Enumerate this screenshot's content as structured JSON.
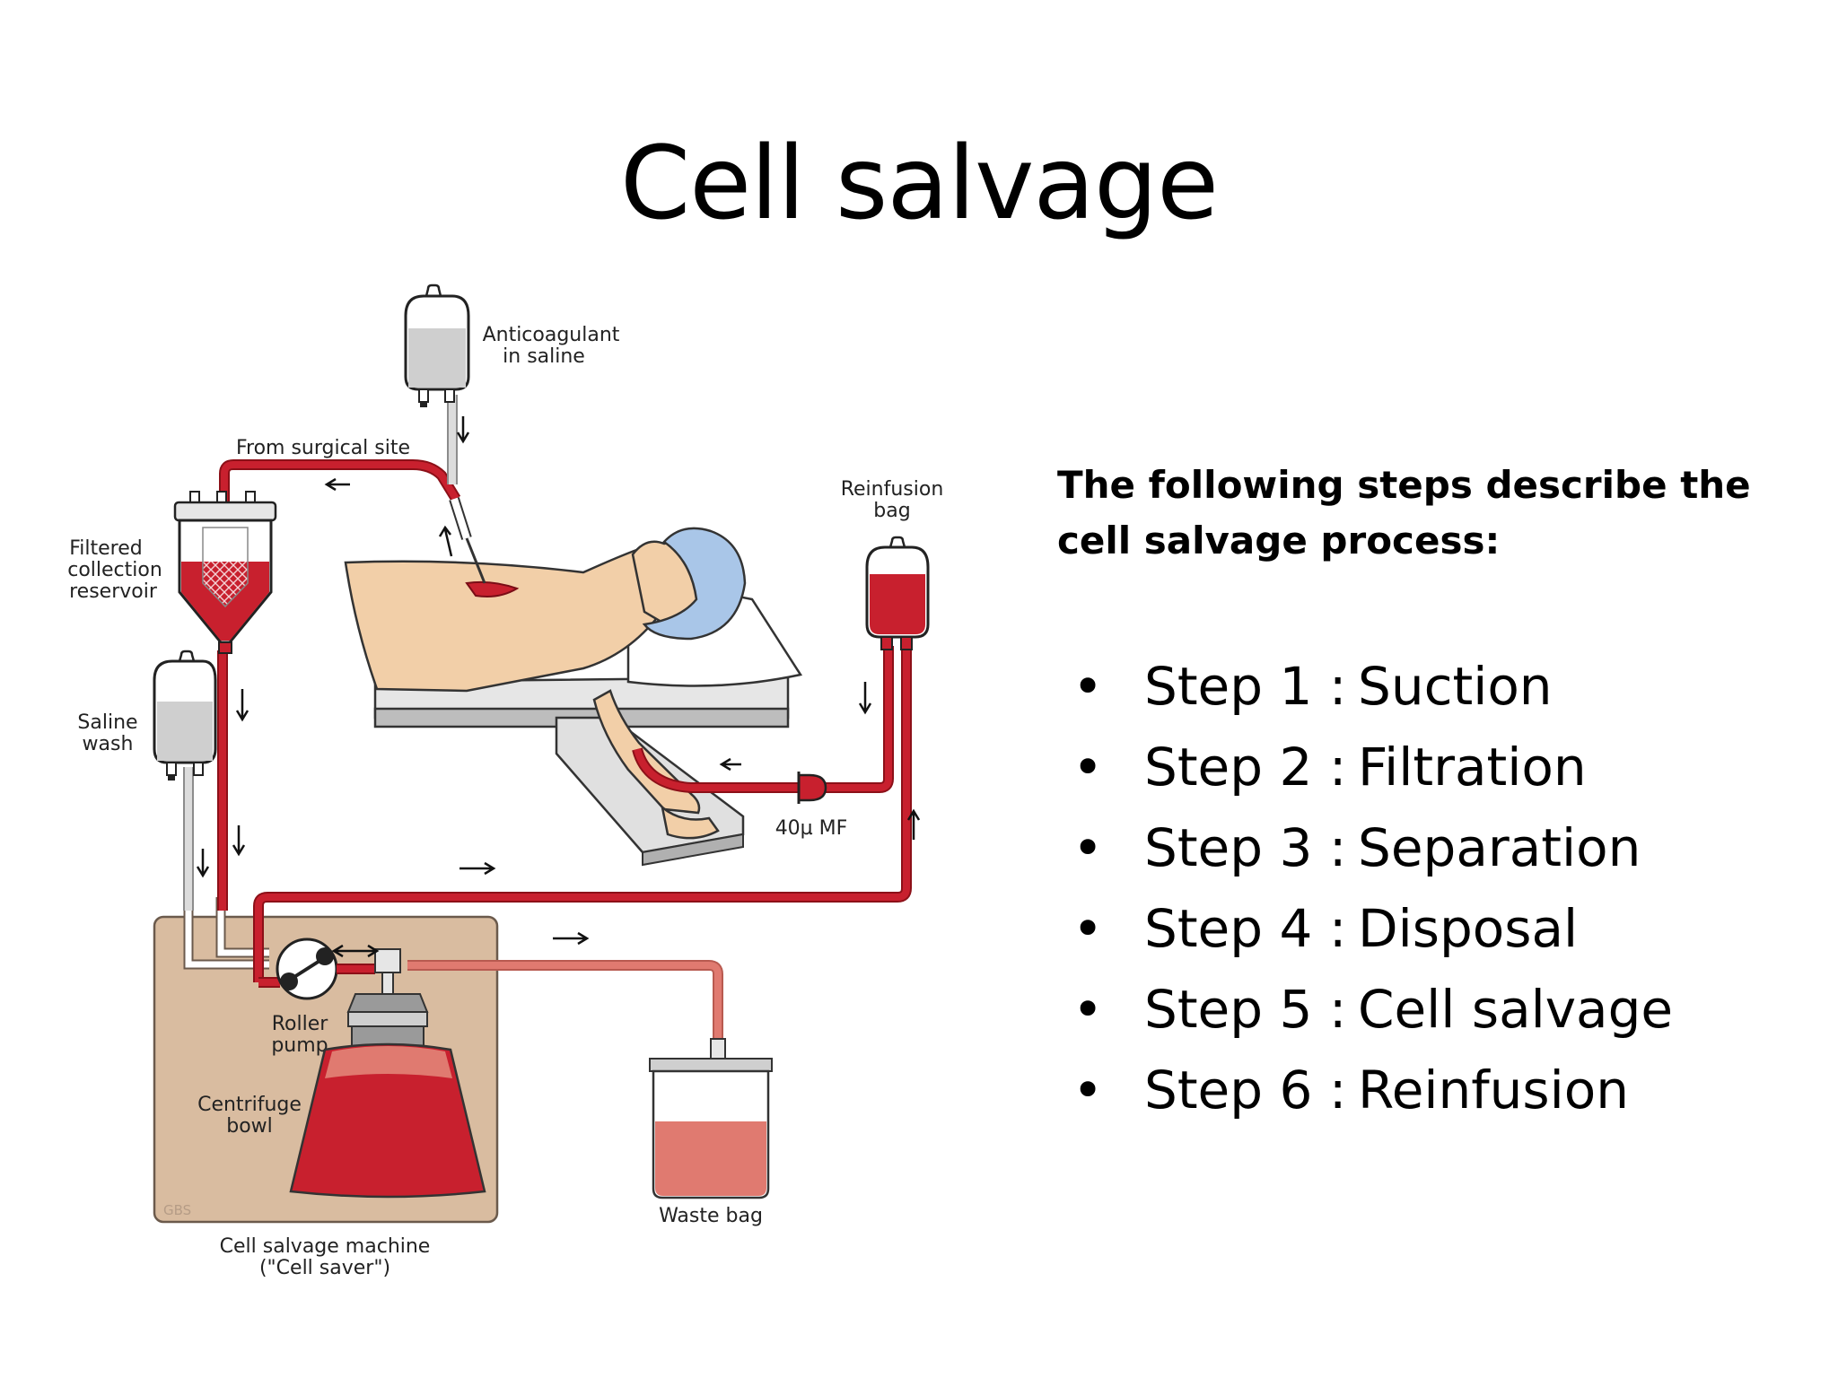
{
  "slide": {
    "title": "Cell salvage"
  },
  "diagram": {
    "labels": {
      "anticoagulant_line1": "Anticoagulant",
      "anticoagulant_line2": "in saline",
      "from_surgical_site": "From surgical site",
      "filtered_line1": "Filtered",
      "filtered_line2": "collection",
      "filtered_line3": "reservoir",
      "saline_line1": "Saline",
      "saline_line2": "wash",
      "reinfusion_line1": "Reinfusion",
      "reinfusion_line2": "bag",
      "filter": "40µ MF",
      "roller_line1": "Roller",
      "roller_line2": "pump",
      "centrifuge_line1": "Centrifuge",
      "centrifuge_line2": "bowl",
      "waste_bag": "Waste bag",
      "machine_line1": "Cell salvage machine",
      "machine_line2": "(\"Cell saver\")",
      "artist_mark": "GBS"
    },
    "colors": {
      "blood": "#c8202e",
      "diluted_blood": "#e07a70",
      "tubing_clear": "#d4d4d4",
      "machine": "#d9bca0",
      "skin": "#f2cfa8",
      "cap": "#a9c6e8"
    }
  },
  "content": {
    "intro": "The following steps describe the cell salvage process:",
    "steps": [
      {
        "bullet": "•",
        "num": "Step 1 :",
        "name": "Suction"
      },
      {
        "bullet": "•",
        "num": "Step 2 :",
        "name": "Filtration"
      },
      {
        "bullet": "•",
        "num": "Step 3 :",
        "name": "Separation"
      },
      {
        "bullet": "•",
        "num": "Step 4 :",
        "name": "Disposal"
      },
      {
        "bullet": "•",
        "num": "Step 5 :",
        "name": "Cell salvage"
      },
      {
        "bullet": "•",
        "num": "Step 6 :",
        "name": "Reinfusion"
      }
    ]
  }
}
